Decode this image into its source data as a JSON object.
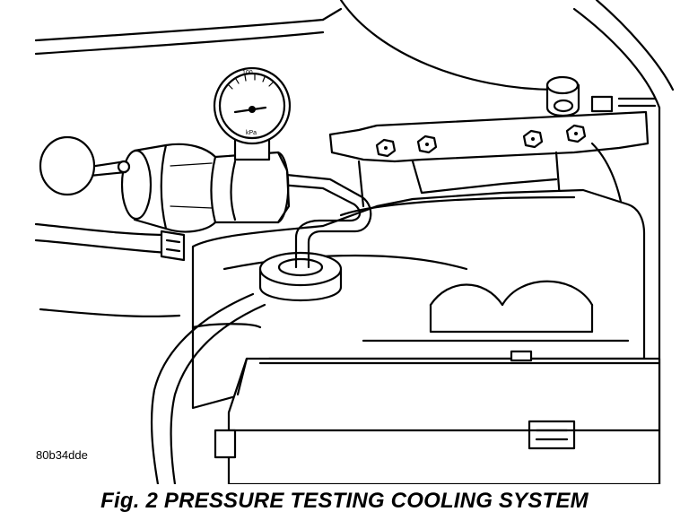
{
  "figure": {
    "drawing_code": "80b34dde",
    "caption": "Fig. 2 PRESSURE TESTING COOLING SYSTEM",
    "gauge_face_text": "100",
    "gauge_bottom_text": "kPa"
  }
}
